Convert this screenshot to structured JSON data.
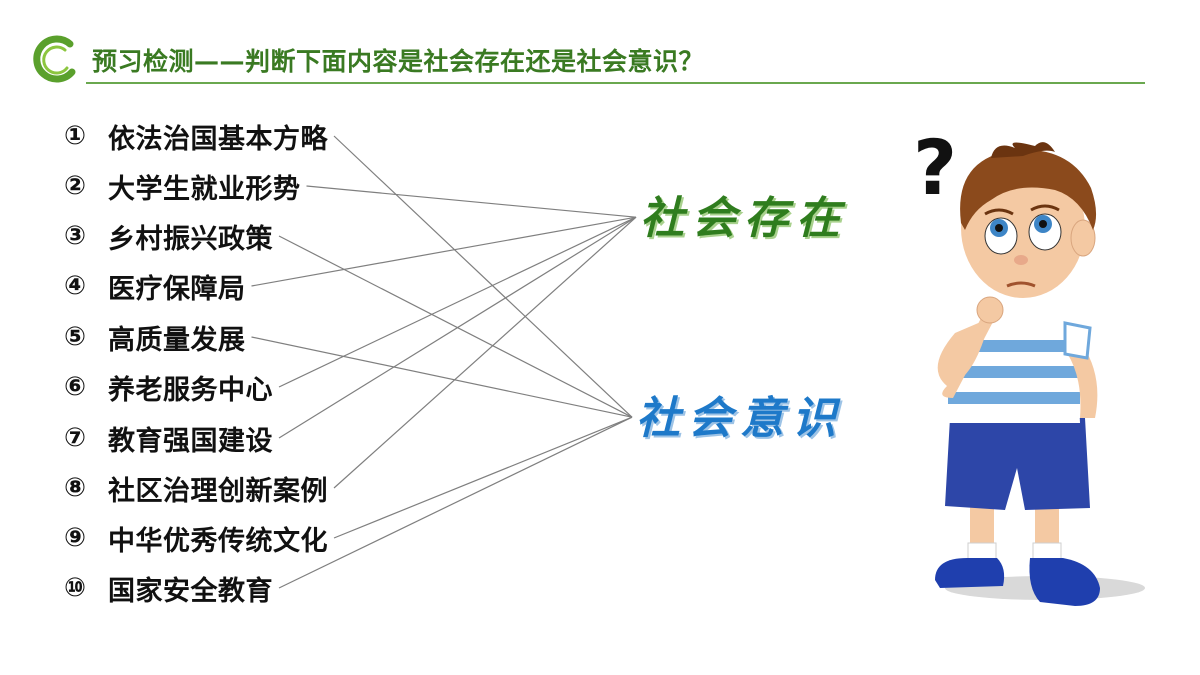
{
  "header": {
    "title": "预习检测——判断下面内容是社会存在还是社会意识？"
  },
  "items": [
    {
      "num": "①",
      "text": "依法治国基本方略"
    },
    {
      "num": "②",
      "text": "大学生就业形势"
    },
    {
      "num": "③",
      "text": "乡村振兴政策"
    },
    {
      "num": "④",
      "text": "医疗保障局"
    },
    {
      "num": "⑤",
      "text": "高质量发展"
    },
    {
      "num": "⑥",
      "text": "养老服务中心"
    },
    {
      "num": "⑦",
      "text": "教育强国建设"
    },
    {
      "num": "⑧",
      "text": "社区治理创新案例"
    },
    {
      "num": "⑨",
      "text": "中华优秀传统文化"
    },
    {
      "num": "⑩",
      "text": "国家安全教育"
    }
  ],
  "categories": {
    "existence": "社会存在",
    "consciousness": "社会意识"
  },
  "connections": [
    {
      "item": 1,
      "category": "consciousness"
    },
    {
      "item": 2,
      "category": "existence"
    },
    {
      "item": 3,
      "category": "consciousness"
    },
    {
      "item": 4,
      "category": "existence"
    },
    {
      "item": 5,
      "category": "consciousness"
    },
    {
      "item": 6,
      "category": "existence"
    },
    {
      "item": 7,
      "category": "existence"
    },
    {
      "item": 8,
      "category": "existence"
    },
    {
      "item": 9,
      "category": "consciousness"
    },
    {
      "item": 10,
      "category": "consciousness"
    }
  ],
  "illustration": {
    "symbol": "?",
    "icon": "thinking-boy-icon"
  },
  "colors": {
    "accent": "#3a7a22",
    "existence": "#2f7d1e",
    "consciousness": "#1e79c9"
  }
}
